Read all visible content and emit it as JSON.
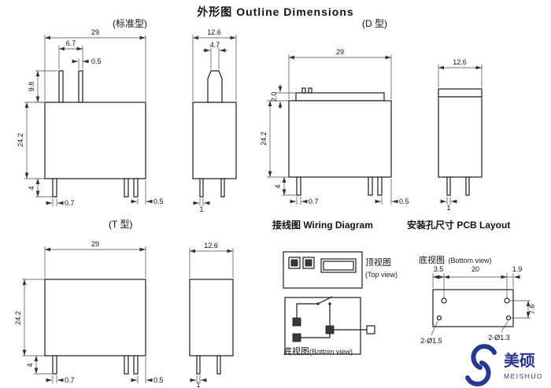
{
  "title": "外形图  Outline Dimensions",
  "sections": {
    "standard_label": "(标准型)",
    "d_label": "(D 型)",
    "t_label": "(T 型)",
    "wiring_label": "接线图 Wiring Diagram",
    "pcb_label": "安装孔尺寸 PCB Layout",
    "top_view_cn": "顶视图",
    "top_view_en": "(Top view)",
    "bottom_view_cn": "底视图",
    "bottom_view_en": "(Bottom view)"
  },
  "dims": {
    "standard_front": {
      "body_w": "29",
      "pin_span": "6.7",
      "pin_w": "0.5",
      "pin_h": "9.8",
      "body_h": "24.2",
      "pin_len": "4",
      "pin_t": "0.7",
      "pin_off": "0.5"
    },
    "standard_side": {
      "body_w": "12.6",
      "tab_w": "4.7",
      "pin_w": "1"
    },
    "d_front": {
      "body_w": "29",
      "lip_h": "2.0",
      "body_h": "24.2",
      "pin_len": "4",
      "pin_t": "0.7",
      "pin_off": "0.5"
    },
    "d_side": {
      "body_w": "12.6",
      "pin_w": "1"
    },
    "t_front": {
      "body_w": "29",
      "body_h": "24.2",
      "pin_len": "4",
      "pin_t": "0.7",
      "pin_off": "0.5"
    },
    "t_side": {
      "body_w": "12.6",
      "pin_w": "1"
    },
    "pcb": {
      "edge_l": "3.5",
      "hole_span": "20",
      "edge_r": "1.9",
      "row_span": "7.6",
      "holes_a": "2-Ø1.5",
      "holes_b": "2-Ø1.3"
    }
  },
  "logo": {
    "cn": "美硕",
    "en": "MEISHUO"
  }
}
